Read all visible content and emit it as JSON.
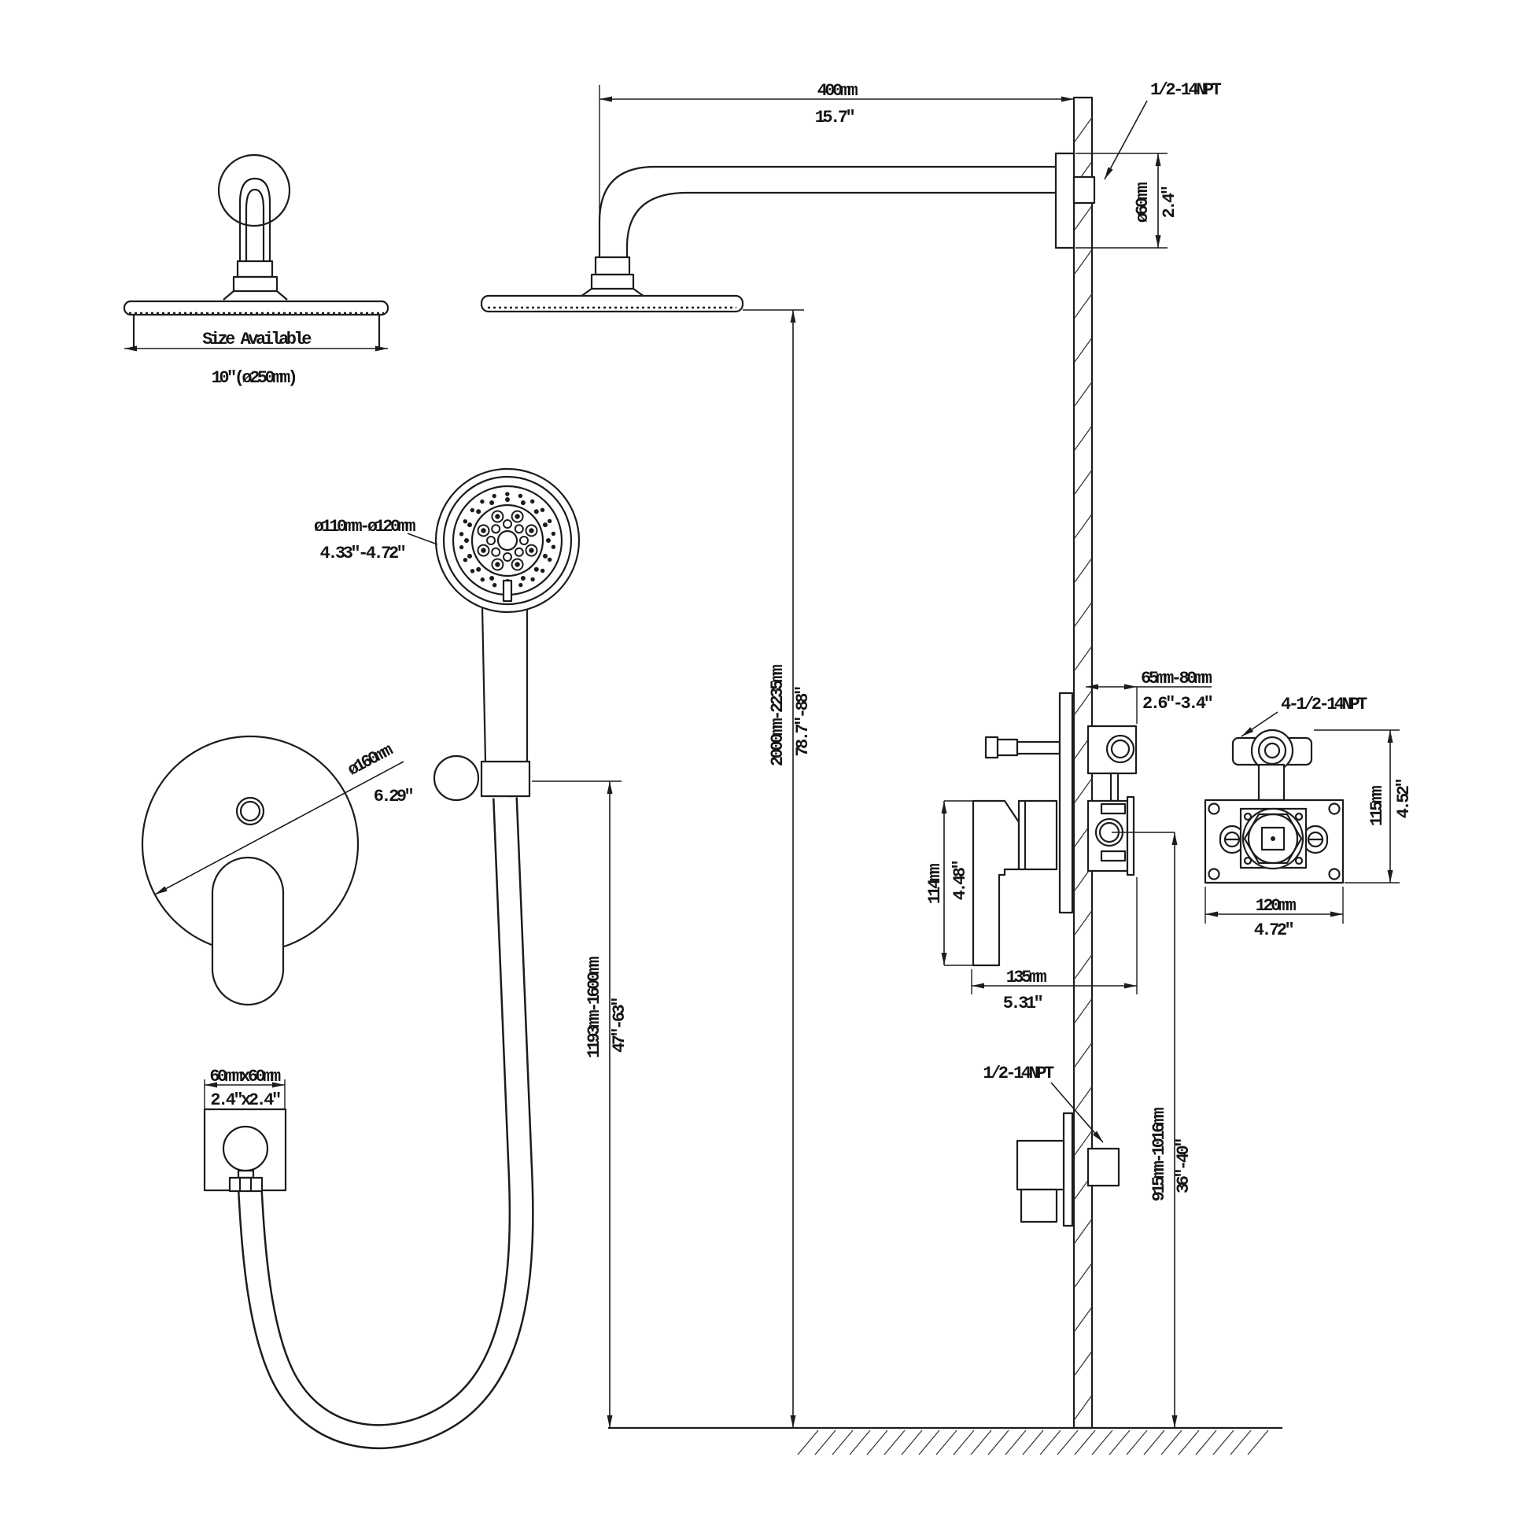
{
  "meta": {
    "type": "technical-installation-drawing",
    "subject": "wall-mounted rain shower system with hand shower, tub spout and in-wall valve",
    "line_color": "#1c1c1c",
    "background": "#ffffff"
  },
  "labels": {
    "arm_length_mm": "400mm",
    "arm_length_in": "15.7″",
    "npt_arm": "1/2-14NPT",
    "flange_mm": "ø60mm",
    "flange_in": "2.4″",
    "head_note": "Size Available",
    "head_size": "10″(ø250mm)",
    "hand_mm": "ø110mm-ø120mm",
    "hand_in": "4.33″-4.72″",
    "trim_mm": "ø160mm",
    "trim_in": "6.29″",
    "overall_mm": "2000mm-2235mm",
    "overall_in": "78.7″-88″",
    "slider_mm": "1193mm-1600mm",
    "slider_in": "47″-63″",
    "elbow_mm": "60mmx60mm",
    "elbow_in": "2.4″x2.4″",
    "depth_mm": "65mm-80mm",
    "depth_in": "2.6″-3.4″",
    "npt_valve": "4-1/2-14NPT",
    "offset_mm": "135mm",
    "offset_in": "5.31″",
    "trimh_mm": "114mm",
    "trimh_in": "4.48″",
    "roughh_mm": "115mm",
    "roughh_in": "4.52″",
    "roughw_mm": "120mm",
    "roughw_in": "4.72″",
    "npt_spout": "1/2-14NPT",
    "spouth_mm": "915mm-1016mm",
    "spouth_in": "36″-40″"
  }
}
